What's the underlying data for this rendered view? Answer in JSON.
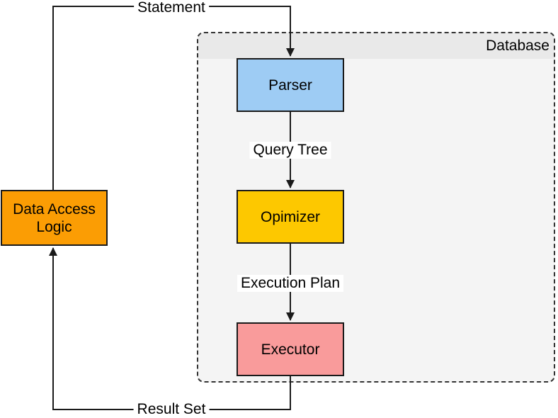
{
  "database": {
    "label": "Database",
    "header_fill": "#e9e9e9",
    "body_fill": "#f4f4f4",
    "border_color": "#333333"
  },
  "nodes": {
    "data_access_logic": {
      "label": "Data Access Logic",
      "fill": "#fb9d04"
    },
    "parser": {
      "label": "Parser",
      "fill": "#9eccf4"
    },
    "optimizer": {
      "label": "Opimizer",
      "fill": "#fdc800"
    },
    "executor": {
      "label": "Executor",
      "fill": "#f99b9b"
    }
  },
  "edge_labels": {
    "statement": "Statement",
    "query_tree": "Query Tree",
    "execution_plan": "Execution Plan",
    "result_set": "Result Set"
  },
  "edge_color": "#1a1a1a"
}
